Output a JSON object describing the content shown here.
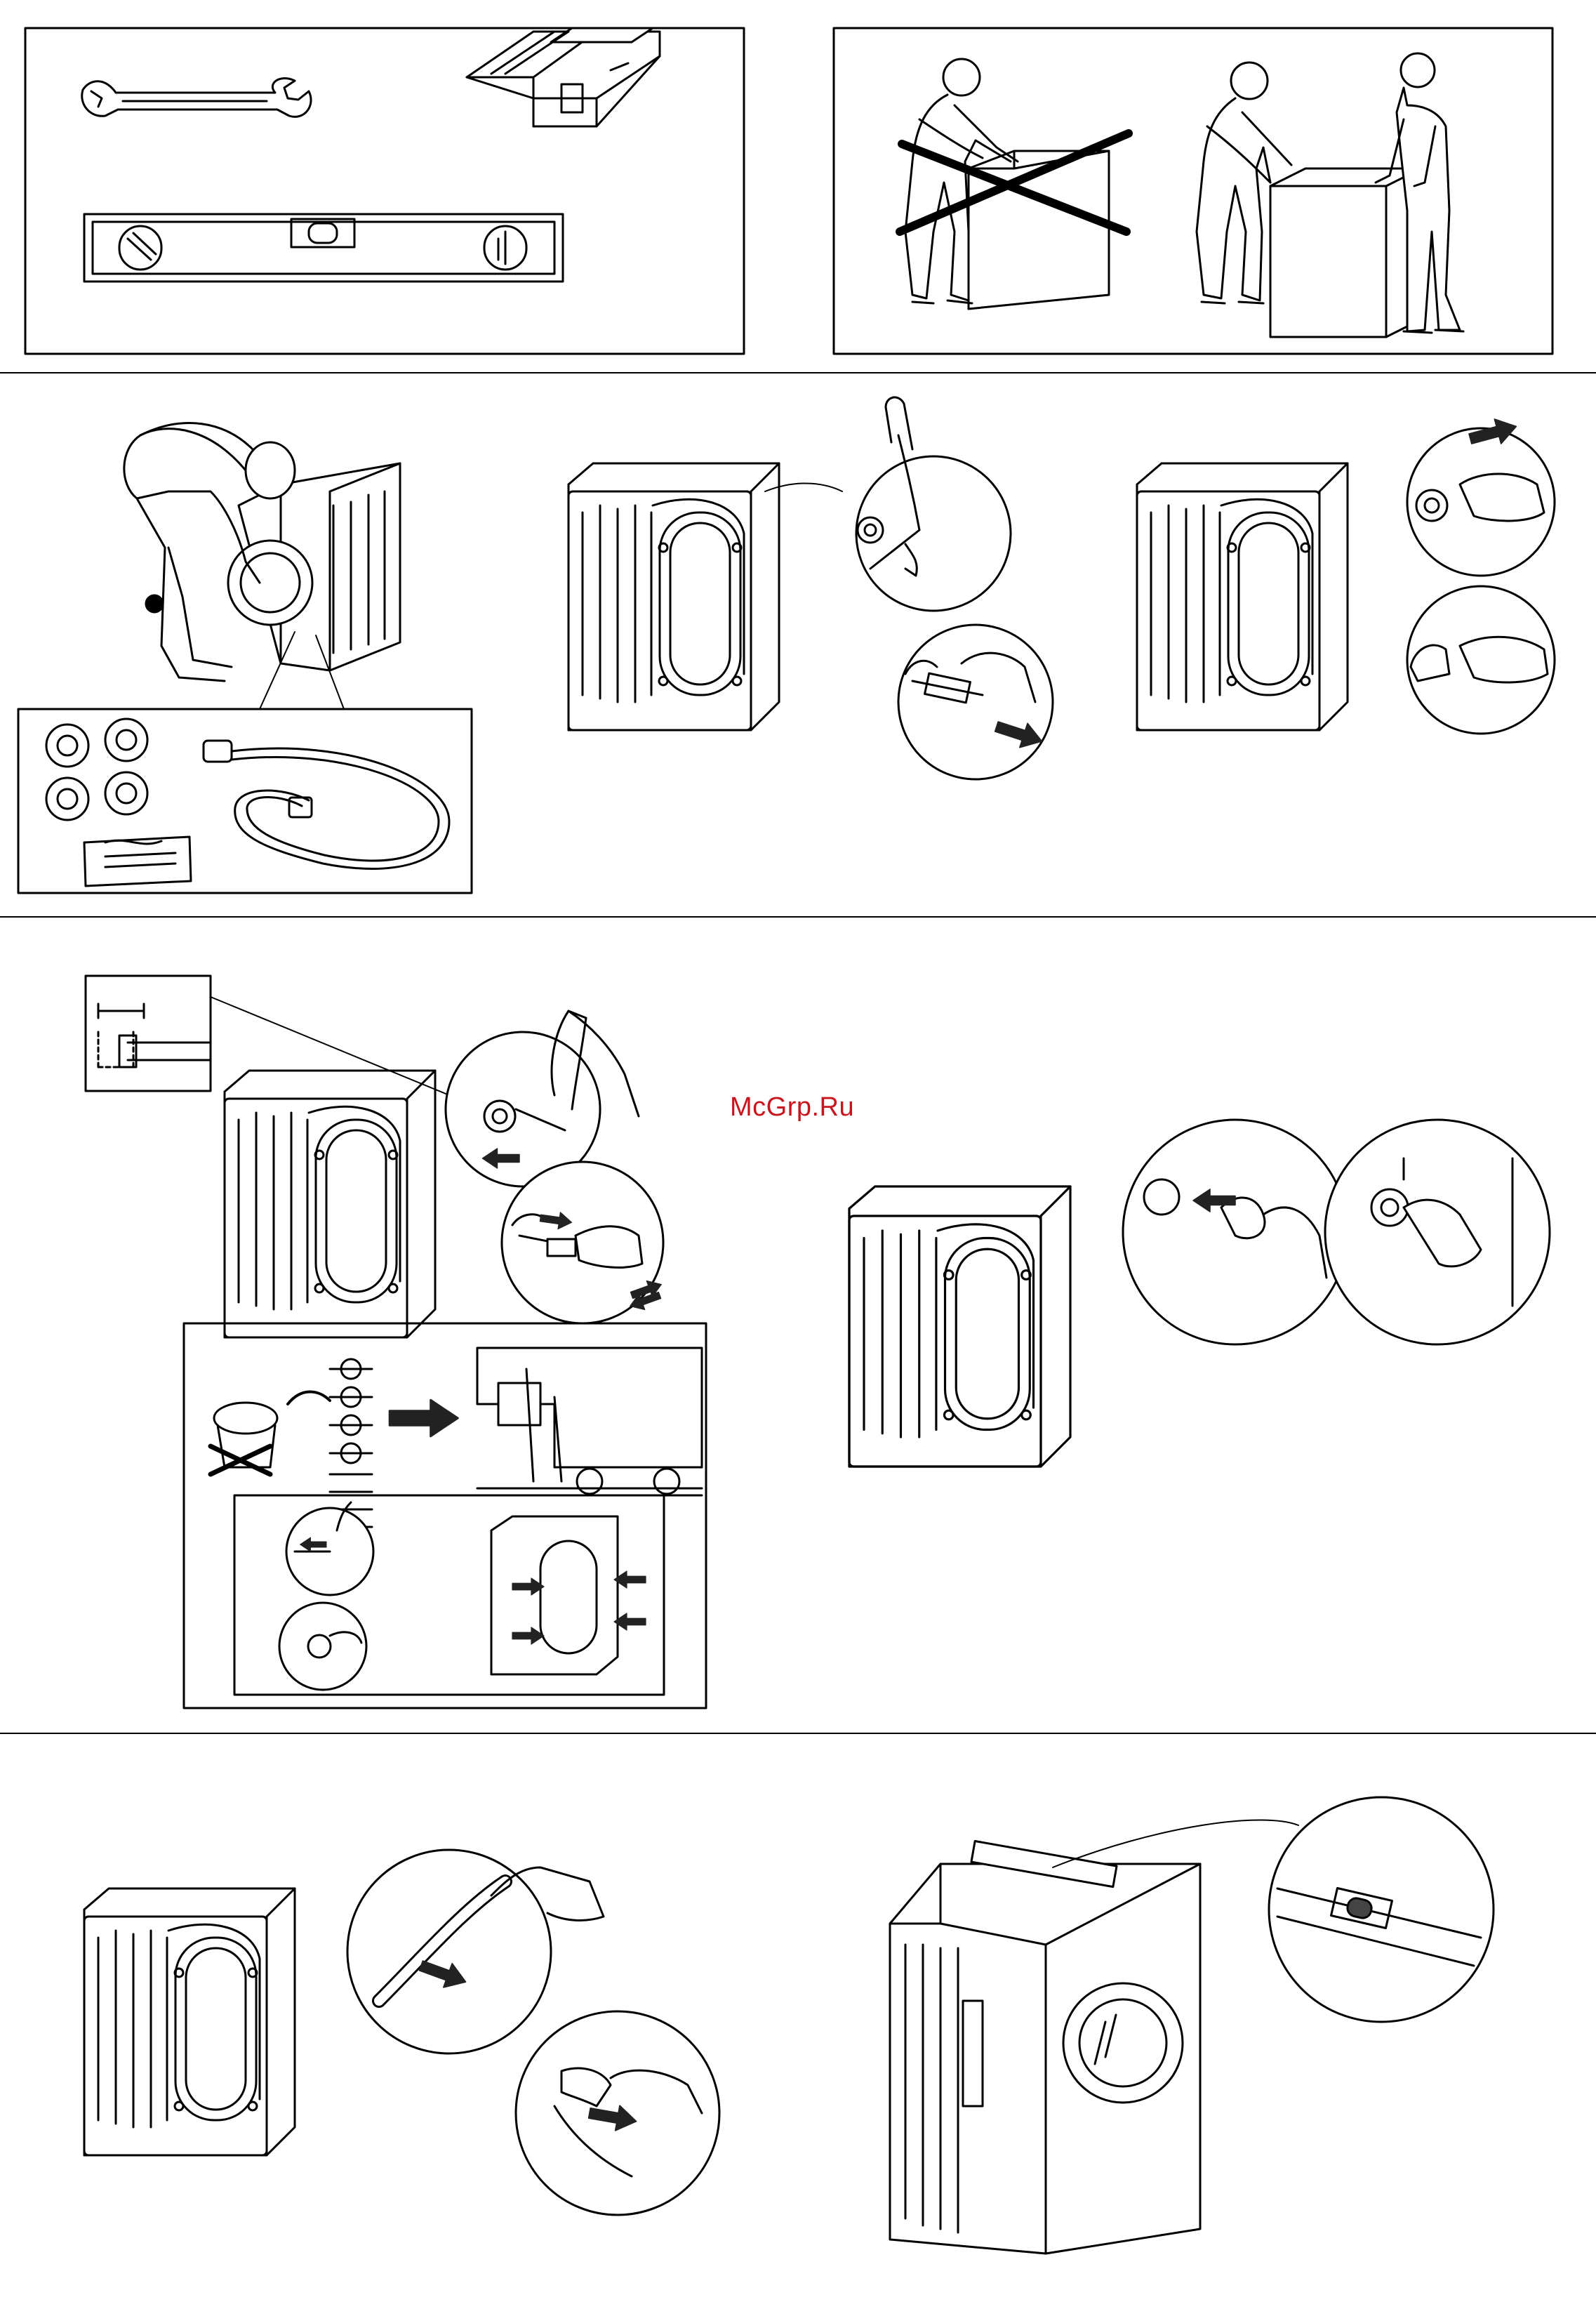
{
  "page": {
    "watermark_text": "McGrp.Ru",
    "watermark_color": "#c8151d",
    "line_color": "#000000",
    "arrow_color": "#222222",
    "background": "#ffffff"
  },
  "sections": [
    {
      "id": "tools",
      "figures": [
        "open-end-wrench",
        "toolbox",
        "spirit-level"
      ]
    },
    {
      "id": "lifting",
      "figures": [
        "incorrect-one-person-lift",
        "correct-two-person-lift"
      ]
    },
    {
      "id": "unpacking",
      "figures": [
        "remove-accessories",
        "accessories-kit",
        "loosen-transit-bolts",
        "remove-bolt-brackets"
      ]
    },
    {
      "id": "transit-bolts",
      "figures": [
        "remove-transit-bolts",
        "keep-bolts-for-transport",
        "insert-hole-caps"
      ]
    },
    {
      "id": "final",
      "figures": [
        "release-drain-hose",
        "level-appliance"
      ]
    }
  ]
}
